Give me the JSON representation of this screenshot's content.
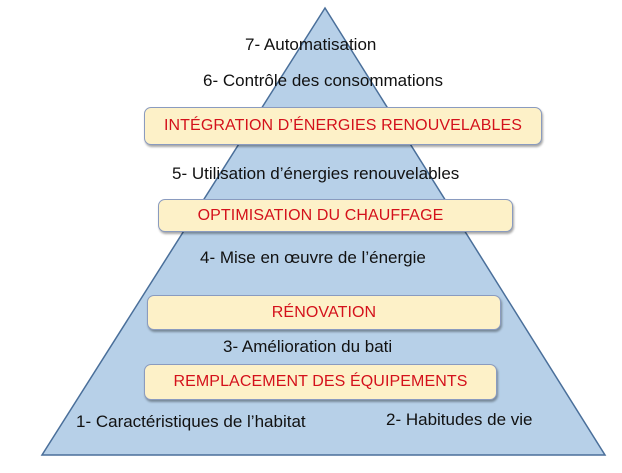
{
  "colors": {
    "pyramid_fill": "#b7d0e8",
    "pyramid_stroke": "#4a6f9a",
    "box_fill": "#fdf1c8",
    "box_text": "#d4111b",
    "level_text": "#111111"
  },
  "pyramid": {
    "levels": {
      "l7": "7- Automatisation",
      "l6": "6- Contrôle des consommations",
      "l5": "5- Utilisation d’énergies renouvelables",
      "l4": "4- Mise en œuvre de l’énergie",
      "l3": "3- Amélioration du bati",
      "l1": "1- Caractéristiques de l’habitat",
      "l2": "2- Habitudes de vie"
    },
    "actions": {
      "integration": "INTÉGRATION D’ÉNERGIES RENOUVELABLES",
      "optimisation": "OPTIMISATION DU CHAUFFAGE",
      "renovation": "RÉNOVATION",
      "remplacement": "REMPLACEMENT DES ÉQUIPEMENTS"
    }
  }
}
